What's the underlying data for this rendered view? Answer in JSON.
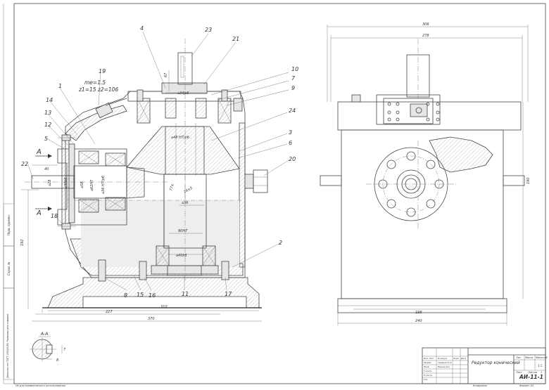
{
  "labels": {
    "n1": "1",
    "n2": "2",
    "n3": "3",
    "n4": "4",
    "n5": "5",
    "n6": "6",
    "n7": "7",
    "n8": "8",
    "n9": "9",
    "n10": "10",
    "n11": "11",
    "n12": "12",
    "n13": "13",
    "n14": "14",
    "n15": "15",
    "n16": "16",
    "n17": "17",
    "n18": "18",
    "n19": "19",
    "n20": "20",
    "n21": "21",
    "n22": "22",
    "n23": "23",
    "n24": "24"
  },
  "gear_params": {
    "line1": "me=1.5",
    "line2": "z1=15  z2=106"
  },
  "section": {
    "letter_top": "A",
    "letter_bottom": "A",
    "view_title": "A-A",
    "dim_7": "7",
    "dim_8": "8"
  },
  "dims": {
    "d_306": "306",
    "d_278": "278",
    "d_190": "190",
    "d_198": "198",
    "d_240": "240",
    "d_227": "227",
    "d_310": "310",
    "d_370": "370",
    "d_192": "192",
    "d_40": "40",
    "d_67": "67",
    "d_34js": "⌀34js6",
    "d_48": "⌀48 H7/p6",
    "d_36": "⌀36",
    "d_90": "90H7",
    "d_40k6": "⌀40k6",
    "d_30k": "⌀30k6",
    "d_58": "⌀58",
    "d_62": "⌀62H7",
    "d_36h": "⌀36 H7/p6",
    "d_28": "⌀28",
    "d_77": "77±",
    "d_16": "16±5"
  },
  "title_block": {
    "drawing_name": "Редуктор конический",
    "code": "АИ-11-1",
    "sheet_label": "Лист",
    "sheets_label": "Листов",
    "sheets_count": "1",
    "lit": "Лит.",
    "mass": "Масса",
    "scale": "Масштаб",
    "scale_val": "1:1",
    "rows": [
      "Изм. Лист",
      "Разраб.",
      "Пров.",
      "Т.контр.",
      "Н.контр.",
      "Утв."
    ],
    "col_headers": [
      "№ докум.",
      "Подп.",
      "Дата"
    ],
    "names": [
      "Семенов Ю.А.",
      "Иванов Д.А."
    ],
    "copied": "Копировал",
    "format": "Формат A3"
  },
  "side_strip": {
    "perv": "Перв. примен.",
    "sprav": "Справ. №",
    "note": "Допуски по ГОСТ 25346-89; Размеры для справок"
  },
  "footer_note": "Не для коммерческого использования"
}
